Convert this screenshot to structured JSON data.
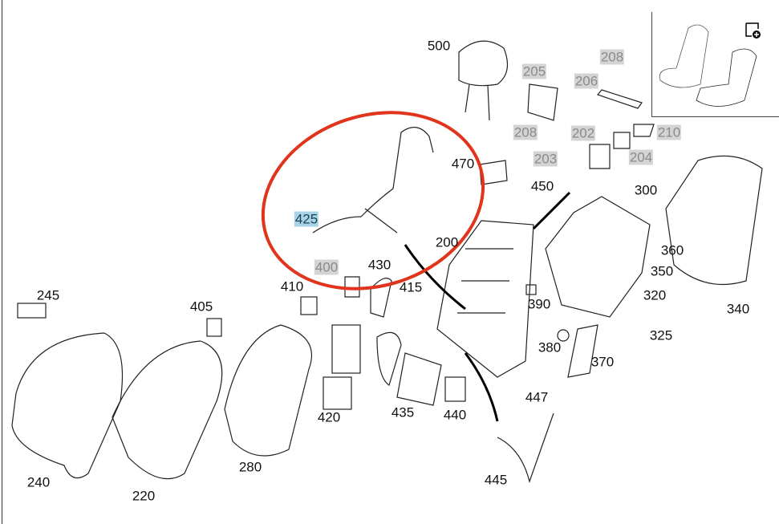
{
  "diagram": {
    "highlight_color": "#a8d4e8",
    "circle_color": "#e0341c",
    "callouts": [
      {
        "id": "500",
        "style": "normal"
      },
      {
        "id": "205",
        "style": "gray"
      },
      {
        "id": "208",
        "style": "gray"
      },
      {
        "id": "206",
        "style": "gray"
      },
      {
        "id": "208",
        "style": "gray"
      },
      {
        "id": "202",
        "style": "gray"
      },
      {
        "id": "210",
        "style": "gray"
      },
      {
        "id": "203",
        "style": "gray"
      },
      {
        "id": "204",
        "style": "gray"
      },
      {
        "id": "470",
        "style": "normal"
      },
      {
        "id": "450",
        "style": "normal"
      },
      {
        "id": "300",
        "style": "normal"
      },
      {
        "id": "425",
        "style": "highlighted"
      },
      {
        "id": "200",
        "style": "normal"
      },
      {
        "id": "400",
        "style": "gray"
      },
      {
        "id": "430",
        "style": "normal"
      },
      {
        "id": "360",
        "style": "normal"
      },
      {
        "id": "415",
        "style": "normal"
      },
      {
        "id": "410",
        "style": "normal"
      },
      {
        "id": "350",
        "style": "normal"
      },
      {
        "id": "245",
        "style": "normal"
      },
      {
        "id": "390",
        "style": "normal"
      },
      {
        "id": "320",
        "style": "normal"
      },
      {
        "id": "405",
        "style": "normal"
      },
      {
        "id": "340",
        "style": "normal"
      },
      {
        "id": "325",
        "style": "normal"
      },
      {
        "id": "380",
        "style": "normal"
      },
      {
        "id": "370",
        "style": "normal"
      },
      {
        "id": "447",
        "style": "normal"
      },
      {
        "id": "420",
        "style": "normal"
      },
      {
        "id": "435",
        "style": "normal"
      },
      {
        "id": "440",
        "style": "normal"
      },
      {
        "id": "280",
        "style": "normal"
      },
      {
        "id": "445",
        "style": "normal"
      },
      {
        "id": "240",
        "style": "normal"
      },
      {
        "id": "220",
        "style": "normal"
      }
    ]
  },
  "inset": {
    "icon": "zoom-in-icon"
  }
}
